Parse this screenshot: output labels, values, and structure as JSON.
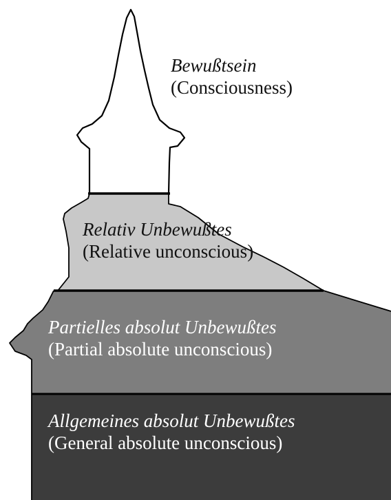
{
  "diagram": {
    "layers": [
      {
        "id": "consciousness",
        "german": "Bewußtsein",
        "english": "(Consciousness)",
        "fill": "#ffffff",
        "text_color": "#111111"
      },
      {
        "id": "relative_unconscious",
        "german": "Relativ Unbewußtes",
        "english": "(Relative unconscious)",
        "fill": "#c8c8c8",
        "text_color": "#111111"
      },
      {
        "id": "partial_absolute_unconscious",
        "german": "Partielles absolut Unbewußtes",
        "english": "(Partial absolute unconscious)",
        "fill": "#7e7e7e",
        "text_color": "#ffffff"
      },
      {
        "id": "general_absolute_unconscious",
        "german": "Allgemeines absolut Unbewußtes",
        "english": "(General absolute unconscious)",
        "fill": "#3c3c3c",
        "text_color": "#ffffff"
      }
    ],
    "outline_color": "#000000"
  }
}
